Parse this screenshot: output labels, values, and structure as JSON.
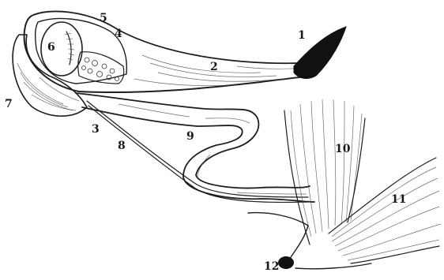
{
  "figure": {
    "labels": [
      {
        "key": "l1",
        "text": "1"
      },
      {
        "key": "l2",
        "text": "2"
      },
      {
        "key": "l3",
        "text": "3"
      },
      {
        "key": "l4",
        "text": "4"
      },
      {
        "key": "l5",
        "text": "5"
      },
      {
        "key": "l6",
        "text": "6"
      },
      {
        "key": "l7",
        "text": "7"
      },
      {
        "key": "l8",
        "text": "8"
      },
      {
        "key": "l9",
        "text": "9"
      },
      {
        "key": "l10",
        "text": "10"
      },
      {
        "key": "l11",
        "text": "11"
      },
      {
        "key": "l12",
        "text": "12"
      }
    ]
  }
}
